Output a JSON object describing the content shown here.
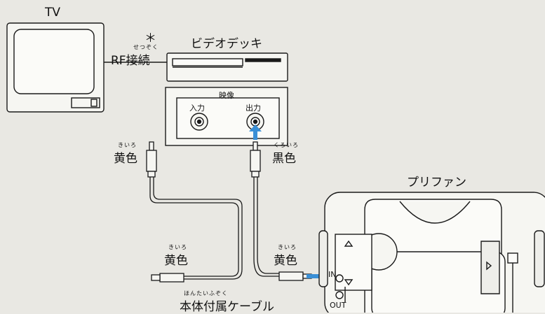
{
  "labels": {
    "tv": "TV",
    "asterisk": "＊",
    "rf_connection_ruby": "せつぞく",
    "rf_connection": "RF接続",
    "video_deck": "ビデオデッキ",
    "video_panel_title": "映像",
    "input": "入力",
    "output": "出力",
    "yellow_ruby": "きいろ",
    "yellow": "黄色",
    "black_ruby": "くろいろ",
    "black": "黒色",
    "prifan": "プリファン",
    "port_in": "IN",
    "port_out": "OUT",
    "included_cable_ruby": "ほんたいふぞく",
    "included_cable": "本体付属ケーブル"
  },
  "colors": {
    "background": "#e9e8e3",
    "line": "#1a1a1a",
    "arrow": "#3a8fd6"
  }
}
